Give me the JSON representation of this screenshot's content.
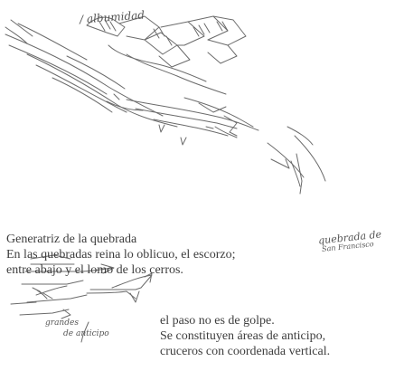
{
  "sketch_top": {
    "handwritten_title": "/ albumidad",
    "handwritten_note_line1": "quebrada de",
    "handwritten_note_line2": "San Francisco"
  },
  "caption_top": {
    "line1": "Generatriz de la quebrada",
    "line2": "En las quebradas reina lo oblicuo, el escorzo;",
    "line3": "entre abajo y el lomo de los cerros."
  },
  "sketch_bottom": {
    "handwritten_label_line1": "grandes",
    "handwritten_label_line2": "de anticipo"
  },
  "caption_bottom": {
    "line1": "el paso no es de golpe.",
    "line2": "Se constituyen áreas de anticipo,",
    "line3": "cruceros con coordenada vertical."
  }
}
